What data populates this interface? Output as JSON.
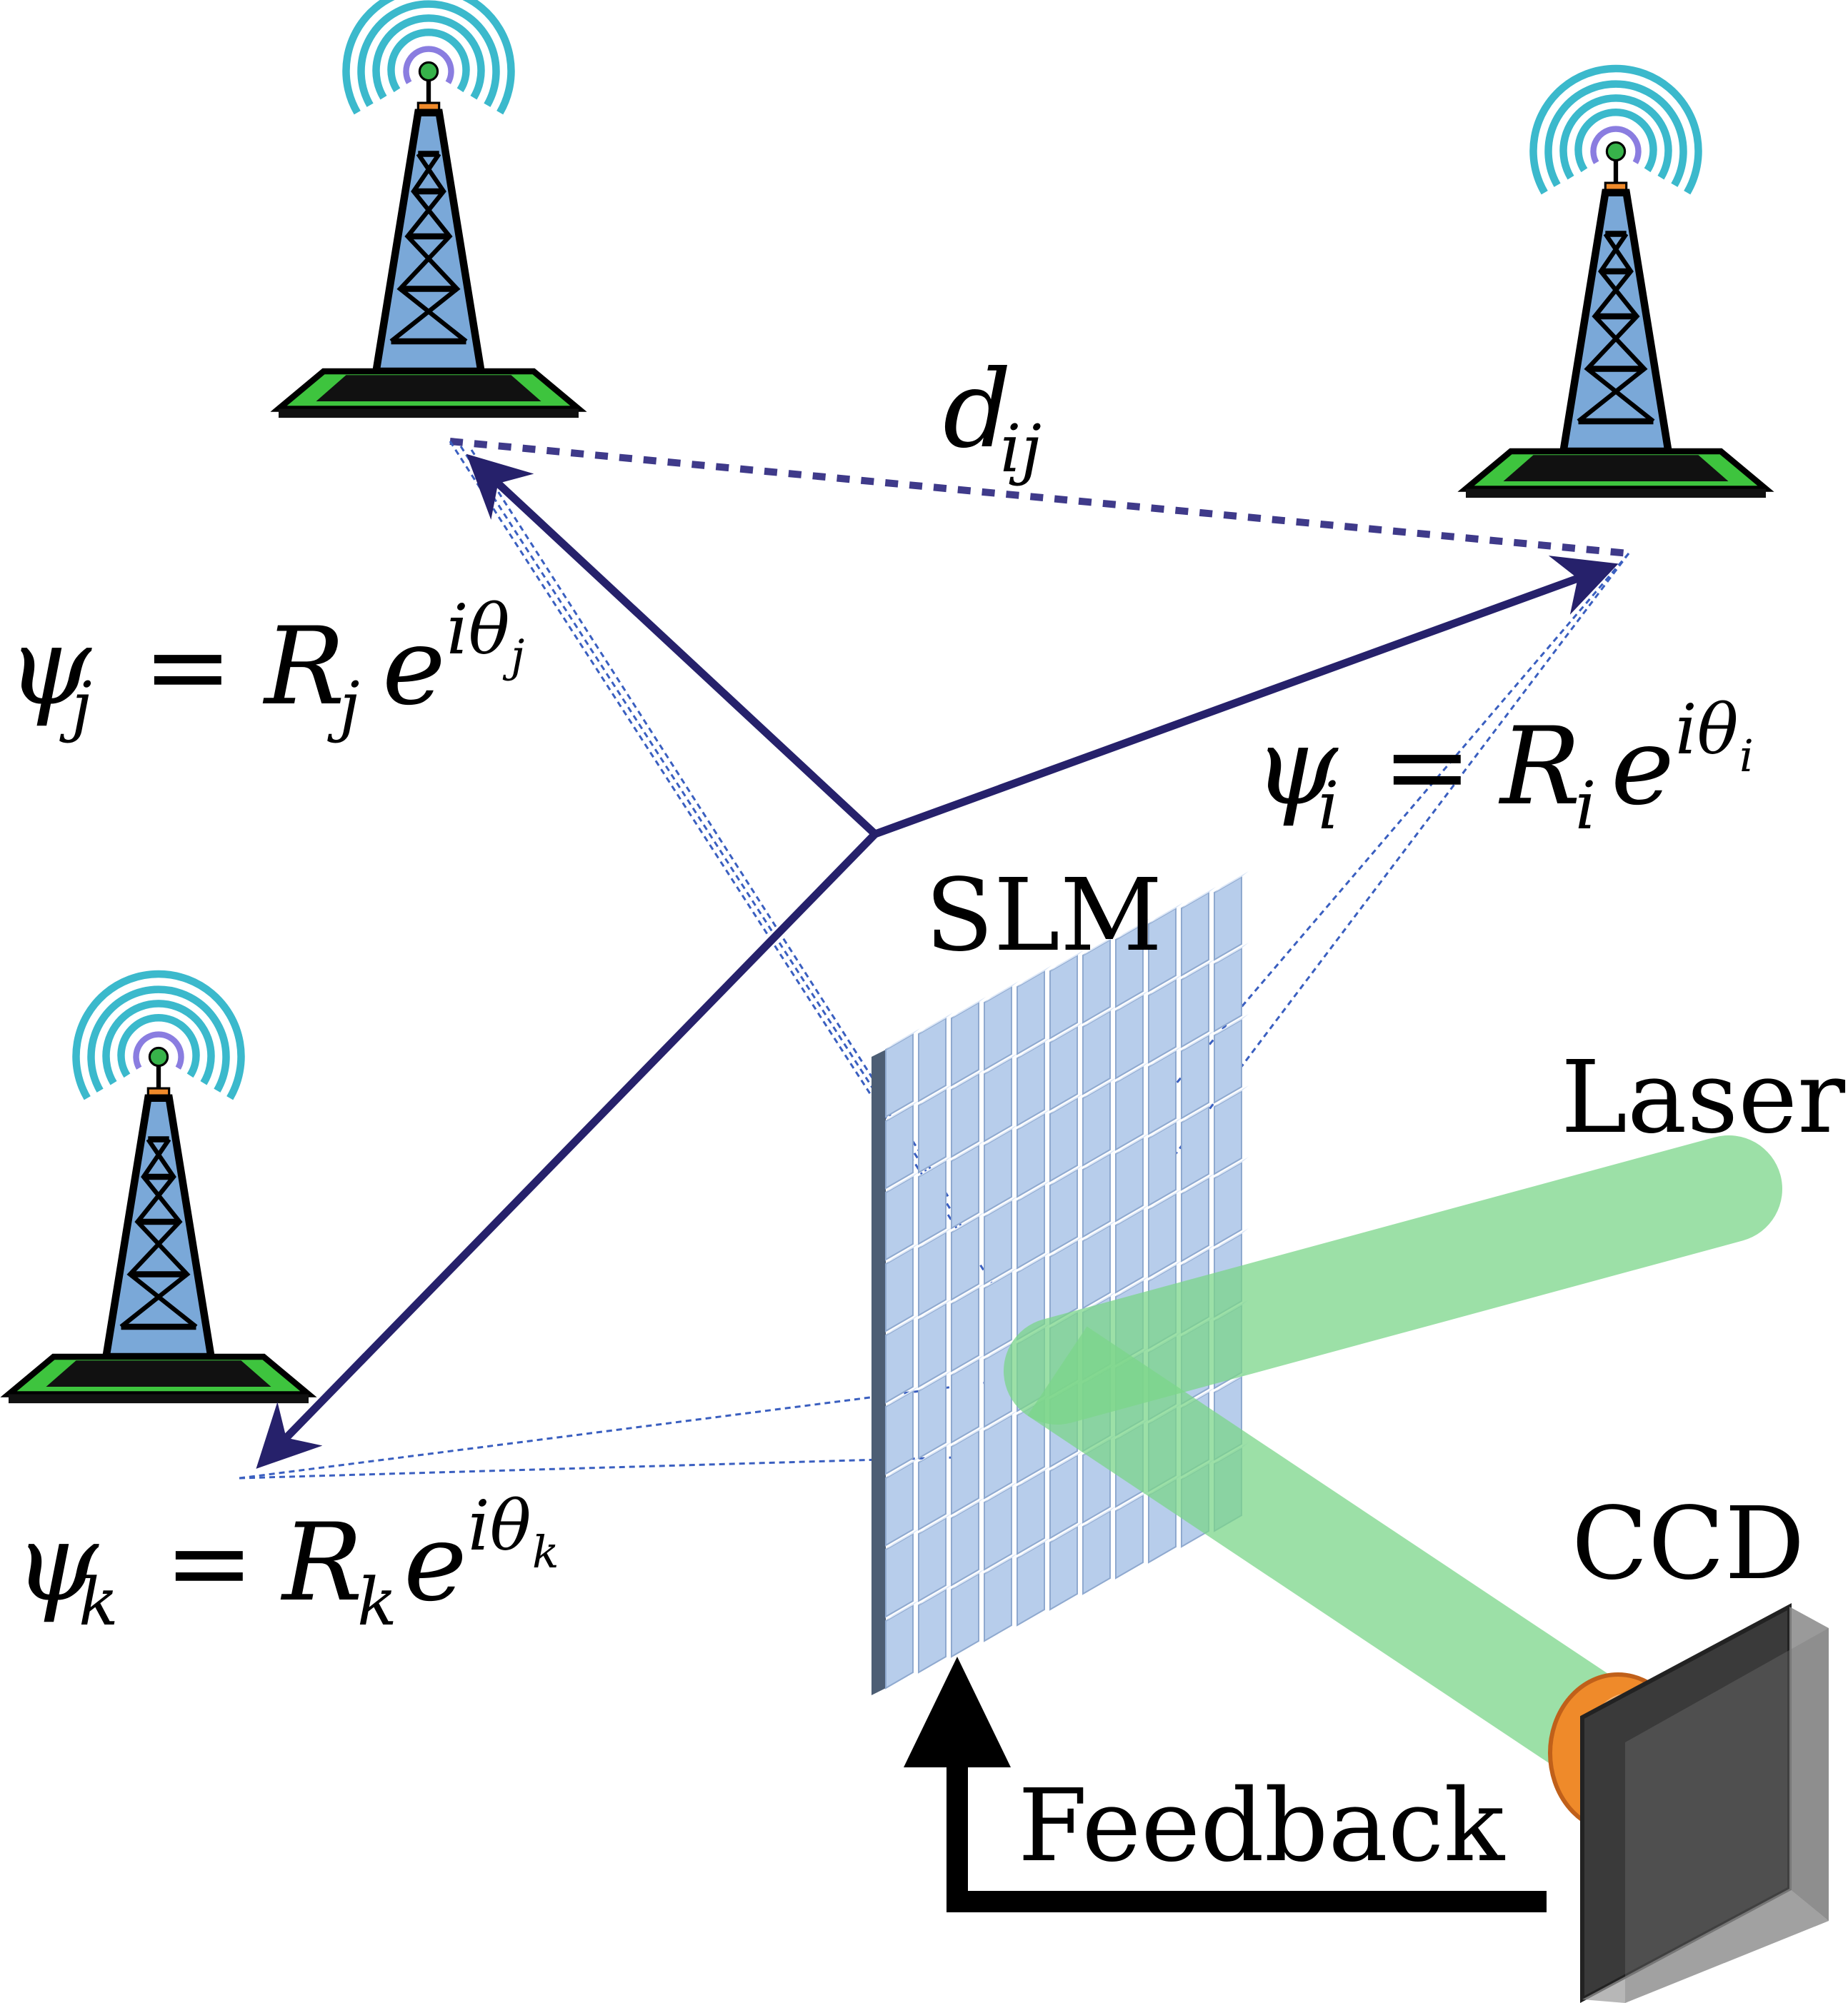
{
  "labels": {
    "d_ij": {
      "main": "d",
      "sub": "ij"
    },
    "psi_j": {
      "lhs": "ψ",
      "lhs_sub": "j",
      "eq": "=",
      "R": "R",
      "R_sub": "j",
      "e": "e",
      "exp": "iθ",
      "exp_sub": "j"
    },
    "psi_i": {
      "lhs": "ψ",
      "lhs_sub": "i",
      "eq": "=",
      "R": "R",
      "R_sub": "i",
      "e": "e",
      "exp": "iθ",
      "exp_sub": "i"
    },
    "psi_k": {
      "lhs": "ψ",
      "lhs_sub": "k",
      "eq": "=",
      "R": "R",
      "R_sub": "k",
      "e": "e",
      "exp": "iθ",
      "exp_sub": "k"
    },
    "slm": "SLM",
    "laser": "Laser",
    "ccd": "CCD",
    "feedback": "Feedback"
  },
  "colors": {
    "arrow": "#26216b",
    "dotted_link": "#3f3a8a",
    "beam": "#7cd68a",
    "slm_face": "#b7cdeb",
    "slm_side": "#4d5e74",
    "tower_fill": "#7aa8d8",
    "tower_base": "#3ec43e",
    "signal_ring": "#3bb9cc",
    "ccd_body": "#333333",
    "ccd_lens": "#ef8a2a"
  },
  "icons": [
    "tower-icon",
    "signal-icon",
    "feedback-arrow-icon",
    "ccd-camera-icon",
    "slm-device-icon"
  ]
}
